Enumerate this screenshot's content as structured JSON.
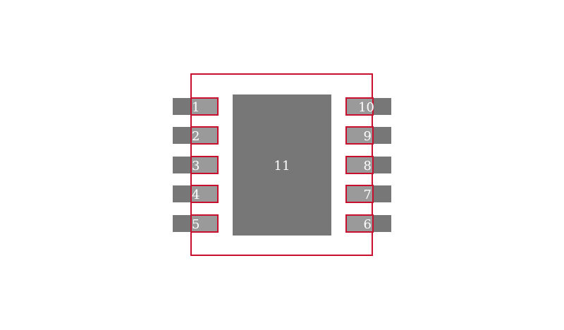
{
  "colors": {
    "background": "#ffffff",
    "pad_fill": "#777777",
    "pin_overlay_fill": "#9a9a9a",
    "outline": "#c8102e",
    "label": "#ffffff"
  },
  "footprint": {
    "pins_left": [
      {
        "number": "1"
      },
      {
        "number": "2"
      },
      {
        "number": "3"
      },
      {
        "number": "4"
      },
      {
        "number": "5"
      }
    ],
    "pins_right": [
      {
        "number": "10"
      },
      {
        "number": "9"
      },
      {
        "number": "8"
      },
      {
        "number": "7"
      },
      {
        "number": "6"
      }
    ],
    "thermal_pad": {
      "number": "11"
    }
  }
}
